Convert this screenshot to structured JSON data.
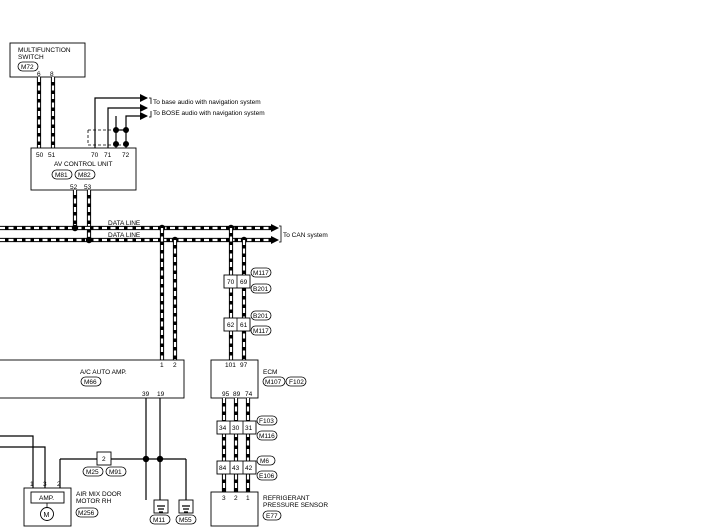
{
  "multifunction_switch": {
    "name_line1": "MULTIFUNCTION",
    "name_line2": "SWITCH",
    "connector": "M72",
    "pins": [
      "6",
      "8"
    ]
  },
  "av_control_unit": {
    "name": "AV CONTROL UNIT",
    "connectors": [
      "M81",
      "M82"
    ],
    "top_pins": [
      "50",
      "51",
      "70",
      "71",
      "72"
    ],
    "bottom_pins": [
      "52",
      "53"
    ]
  },
  "navigation_notes": {
    "base": "To base audio with navigation system",
    "bose": "To BOSE audio with navigation system"
  },
  "data_lines": {
    "label_1": "DATA LINE",
    "label_2": "DATA LINE",
    "destination": "To CAN system"
  },
  "junction_1": {
    "connector_top": "M117",
    "pins": [
      "70",
      "69"
    ],
    "connector_bottom": "B201"
  },
  "junction_2": {
    "connector_top": "B201",
    "pins": [
      "62",
      "61"
    ],
    "connector_bottom": "M117"
  },
  "ac_auto_amp": {
    "name": "A/C AUTO AMP.",
    "connector": "M66",
    "top_pins": [
      "1",
      "2"
    ],
    "bottom_pins": [
      "39",
      "19"
    ]
  },
  "ecm": {
    "name": "ECM",
    "connectors": [
      "M107",
      "F102"
    ],
    "top_pins": [
      "101",
      "97"
    ],
    "bottom_pins": [
      "95",
      "89",
      "74"
    ]
  },
  "junction_3": {
    "pins": [
      "34",
      "30",
      "31"
    ],
    "connector_top": "F103",
    "connector_bottom": "M116"
  },
  "junction_4": {
    "pins": [
      "84",
      "43",
      "42"
    ],
    "connector_top": "M6",
    "connector_bottom": "E106"
  },
  "refrigerant_sensor": {
    "name_line1": "REFRIGERANT",
    "name_line2": "PRESSURE SENSOR",
    "connector": "E77",
    "pins": [
      "3",
      "2",
      "1"
    ]
  },
  "intermediate_connector": {
    "pin": "2",
    "connectors": [
      "M25",
      "M91"
    ]
  },
  "air_mix_motor": {
    "name_line1": "AIR MIX DOOR",
    "name_line2": "MOTOR RH",
    "connector": "M256",
    "amp_label": "AMP.",
    "motor_label": "M",
    "pins": [
      "1",
      "3",
      "2"
    ]
  },
  "ground_connectors": [
    "M11",
    "M55"
  ]
}
